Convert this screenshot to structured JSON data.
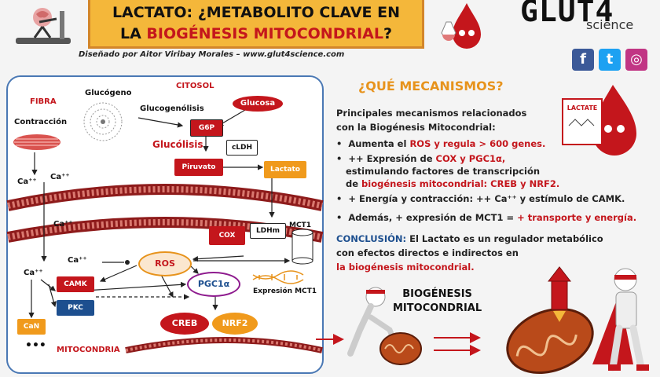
{
  "header": {
    "title_line1": "LACTATO: ¿METABOLITO CLAVE EN",
    "title_line2_prefix": "LA ",
    "title_line2_highlight": "BIOGÉNESIS MITOCONDRIAL",
    "title_line2_suffix": "?",
    "subtitle": "Diseñado por Aitor Viribay Morales – www.glut4science.com"
  },
  "logo": {
    "main": "GLUT4",
    "sub": "science"
  },
  "social": [
    {
      "name": "facebook",
      "glyph": "f",
      "color": "#3b5998"
    },
    {
      "name": "twitter",
      "glyph": "t",
      "color": "#1da1f2"
    },
    {
      "name": "instagram",
      "glyph": "◎",
      "color": "#c13584"
    }
  ],
  "diagram": {
    "fibra": "FIBRA",
    "contraccion": "Contracción",
    "glucogeno": "Glucógeno",
    "citosol": "CITOSOL",
    "glucogenolisis": "Glucogenólisis",
    "glucosa": "Glucosa",
    "g6p": "G6P",
    "glucolisis": "Glucólisis",
    "cldh": "cLDH",
    "piruvato": "Piruvato",
    "lactato": "Lactato",
    "ca1": "Ca⁺⁺",
    "ca2": "Ca⁺⁺",
    "ca3": "Ca⁺⁺",
    "ca4": "Ca⁺⁺",
    "ca5": "Ca⁺⁺",
    "cox": "COX",
    "ldhm": "LDHm",
    "mct1": "MCT1",
    "ros": "ROS",
    "camk": "CAMK",
    "pkc": "PKC",
    "pgc1a": "PGC1α",
    "expresion_mct1": "Expresión MCT1",
    "can": "CaN",
    "dots": "•••",
    "creb": "CREB",
    "nrf2": "NRF2",
    "mitocondria": "MITOCONDRIA"
  },
  "mechanisms": {
    "title": "¿QUÉ MECANISMOS?",
    "intro_line1": "Principales mecanismos relacionados",
    "intro_line2": "con la Biogénesis Mitocondrial:",
    "b1_text": "Aumenta el ",
    "b1_red": "ROS y regula > 600 genes.",
    "b2_a": "++ Expresión de ",
    "b2_red": "COX y PGC1α,",
    "b2_line2": "estimulando factores de transcripción",
    "b2_line3_prefix": "de ",
    "b2_line3_red": "biogénesis mitocondrial: CREB y NRF2.",
    "b3": "+ Energía y contracción:  ++ Ca⁺⁺ y estímulo de CAMK.",
    "b4_a": "Además, + expresión de MCT1 = ",
    "b4_red": "+ transporte y energía.",
    "conclusion_label": "CONCLUSIÓN:",
    "conclusion_line1": " El Lactato es un regulador metabólico",
    "conclusion_line2": "con efectos directos e indirectos en",
    "conclusion_line3": "la biogénesis mitocondrial."
  },
  "bottom": {
    "bio_line1": "BIOGÉNESIS",
    "bio_line2": "MITOCONDRIAL"
  },
  "character": {
    "sign": "LACTATE"
  }
}
